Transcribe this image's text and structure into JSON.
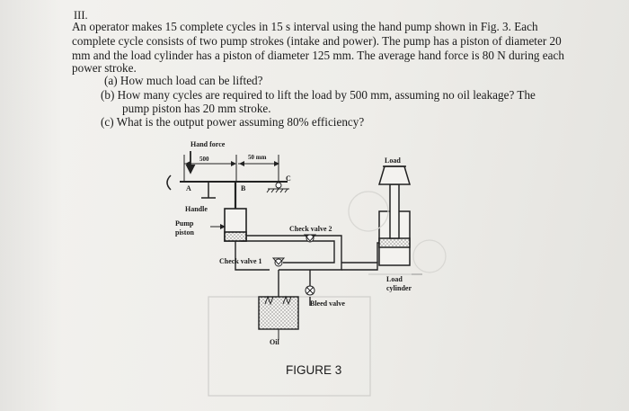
{
  "problem": {
    "number": "III.",
    "lines": [
      "An operator makes 15 complete cycles in 15 s interval using the hand pump shown in Fig. 3. Each",
      "complete cycle consists of two pump strokes (intake and power). The pump has a piston of diameter 20",
      "mm and the load cylinder has a piston of diameter 125 mm. The average hand force is 80 N during each",
      "power stroke."
    ],
    "questions": [
      "(a) How much load can be lifted?",
      "(b) How many cycles are required to lift the load by 500 mm, assuming no oil leakage? The",
      "pump piston has 20 mm stroke.",
      "(c) What is the output power assuming 80% efficiency?"
    ]
  },
  "figure": {
    "caption": "FIGURE 3",
    "labels": {
      "hand_force": "Hand force",
      "dim_500": "500",
      "dim_50": "50 mm",
      "a": "A",
      "b": "B",
      "c": "C",
      "handle": "Handle",
      "pump_piston_1": "Pump",
      "pump_piston_2": "piston",
      "check_valve_2": "Check valve 2",
      "check_valve_1": "Check valve 1",
      "bleed_valve": "Bleed valve",
      "oil": "Oil",
      "load": "Load",
      "load_cylinder_1": "Load",
      "load_cylinder_2": "cylinder"
    }
  }
}
